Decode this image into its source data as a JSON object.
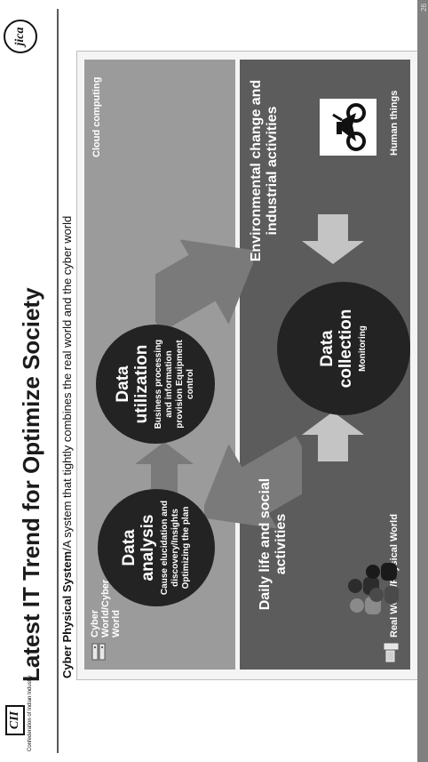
{
  "header": {
    "title": "Latest IT Trend for Optimize Society",
    "org_logo_text": "CII",
    "org_name": "Confederation of Indian Industry",
    "partner_logo_text": "jica"
  },
  "subtitle": {
    "bold": "Cyber Physical System",
    "rest": "/A system that tightly combines the real world and the cyber world"
  },
  "cyber_zone": {
    "label": "Cyber World/Cyber World",
    "cloud_label": "Cloud computing"
  },
  "real_zone": {
    "label": "Real World/Physical World",
    "human_label": "Human things"
  },
  "nodes": {
    "analysis": {
      "title": "Data analysis",
      "desc": "Cause elucidation and discovery/Insights Optimizing the plan"
    },
    "utilization": {
      "title": "Data utilization",
      "desc": "Business processing and information provision Equipment control"
    },
    "collection": {
      "title": "Data collection",
      "desc": "Monitoring"
    }
  },
  "inputs": {
    "daily": "Daily life and social activities",
    "environment": "Environmental change and industrial activities"
  },
  "page_number": "26",
  "colors": {
    "cyber_bg": "#9b9b9b",
    "real_bg": "#5c5c5c",
    "circle": "#232323",
    "arrow_light": "#bdbdbd",
    "arrow_mid": "#7a7a7a"
  }
}
